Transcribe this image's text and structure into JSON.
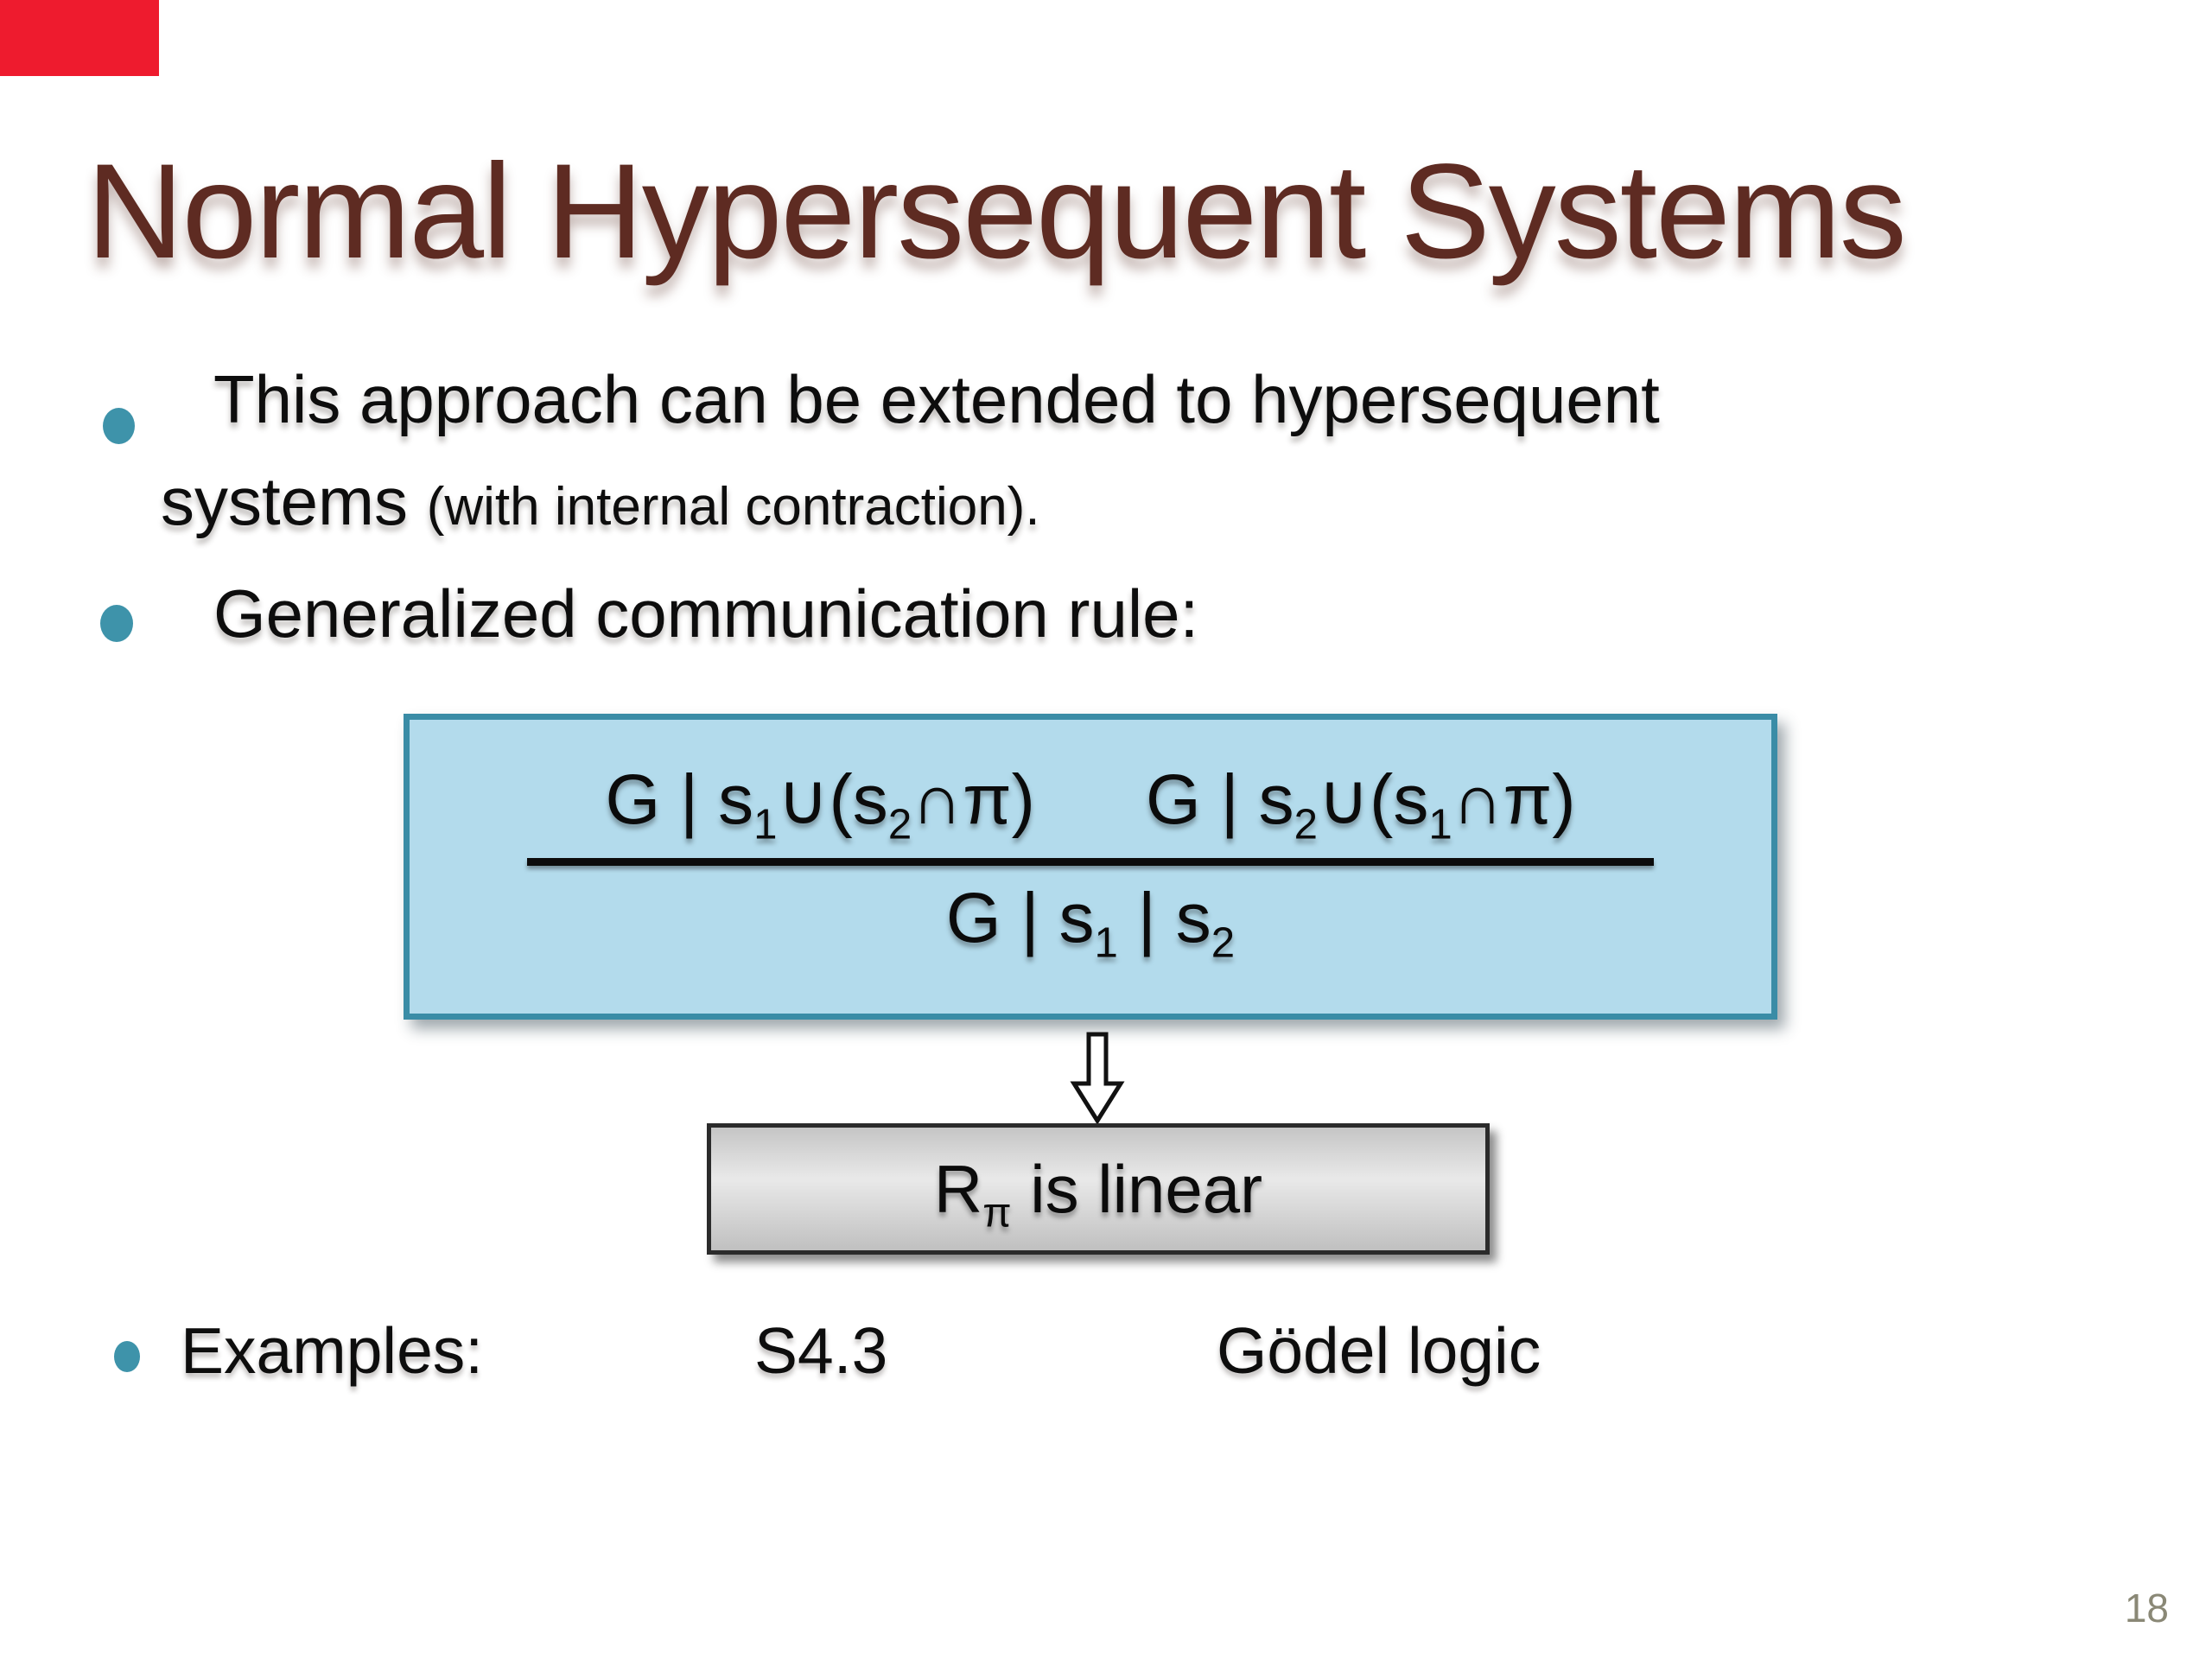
{
  "slide": {
    "title": "Normal Hypersequent Systems",
    "bullets": {
      "b1_line1": "This approach can be extended to hypersequent",
      "b1_line2_main": "systems ",
      "b1_line2_small": "(with internal contraction).",
      "b2": "Generalized communication rule:"
    },
    "rule_box": {
      "num_left": [
        "G | s",
        "1",
        "∪(s",
        "2",
        "∩π)"
      ],
      "num_right": [
        "G | s",
        "2",
        "∪(s",
        "1",
        "∩π)"
      ],
      "denominator": [
        "G | s",
        "1",
        " | s",
        "2"
      ]
    },
    "result_box": {
      "segments": [
        "R",
        "π",
        " is linear"
      ]
    },
    "examples": {
      "label": "Examples:",
      "item1": "S4.3",
      "item2": "Gödel logic"
    },
    "page_number": "18",
    "colors": {
      "title": "#5e2b22",
      "bullet_accent": "#3e93aa",
      "rule_box_fill": "#b3dbec",
      "rule_box_border": "#3a8ca6",
      "result_box_border": "#2b2b2b",
      "page_number": "#8a8876",
      "corner_marker": "#ee1b2e"
    }
  }
}
